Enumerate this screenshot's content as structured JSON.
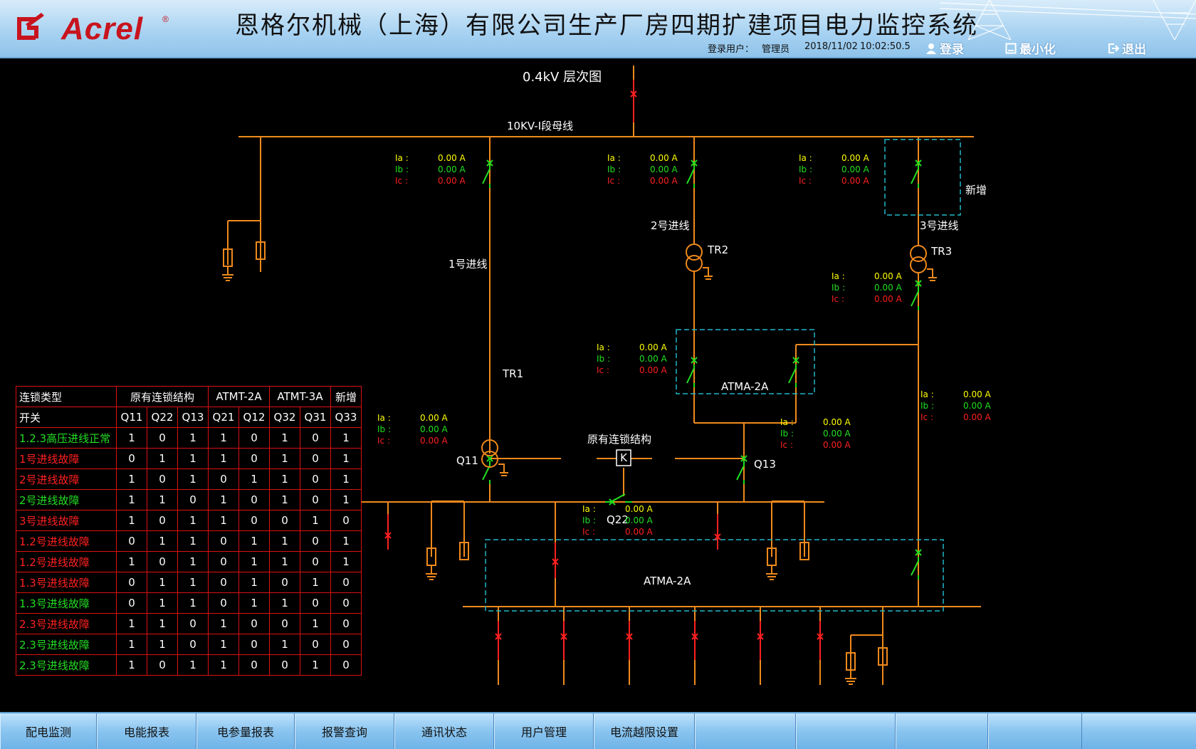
{
  "header": {
    "logo_text": "Acrel",
    "logo_reg": "®",
    "title": "恩格尔机械（上海）有限公司生产厂房四期扩建项目电力监控系统",
    "user_label": "登录用户：",
    "user_name": "管理员",
    "date": "2018/11/02",
    "time": "10:02:50.5",
    "login_label": "登录",
    "minimize_label": "最小化",
    "exit_label": "退出"
  },
  "diagram": {
    "title": "0.4kV 层次图",
    "busbar_label": "10KV-I段母线",
    "feeder1_label": "1号进线",
    "feeder2_label": "2号进线",
    "feeder3_label": "3号进线",
    "new_label": "新增",
    "tr1": "TR1",
    "tr2": "TR2",
    "tr3": "TR3",
    "atma_top": "ATMA-2A",
    "atma_bottom": "ATMA-2A",
    "lock_label": "原有连锁结构",
    "k_label": "K",
    "q11": "Q11",
    "q13": "Q13",
    "q22": "Q22",
    "ia": "Ia :",
    "ib": "Ib :",
    "ic": "Ic :",
    "current_value": "0.00",
    "current_unit": "A"
  },
  "lock_table": {
    "header1": [
      "连锁类型",
      "原有连锁结构",
      "ATMT-2A",
      "ATMT-3A",
      "新增"
    ],
    "header2": [
      "开关",
      "Q11",
      "Q22",
      "Q13",
      "Q21",
      "Q12",
      "Q32",
      "Q31",
      "Q33"
    ],
    "rows": [
      {
        "label": "1.2.3高压进线正常",
        "color": "#22dd22",
        "values": [
          "1",
          "0",
          "1",
          "1",
          "0",
          "1",
          "0",
          "1"
        ]
      },
      {
        "label": "1号进线故障",
        "color": "#ff2020",
        "values": [
          "0",
          "1",
          "1",
          "1",
          "0",
          "1",
          "0",
          "1"
        ]
      },
      {
        "label": "2号进线故障",
        "color": "#ff2020",
        "values": [
          "1",
          "0",
          "1",
          "0",
          "1",
          "1",
          "0",
          "1"
        ]
      },
      {
        "label": "2号进线故障",
        "color": "#22dd22",
        "values": [
          "1",
          "1",
          "0",
          "1",
          "0",
          "1",
          "0",
          "1"
        ]
      },
      {
        "label": "3号进线故障",
        "color": "#ff2020",
        "values": [
          "1",
          "0",
          "1",
          "1",
          "0",
          "0",
          "1",
          "0"
        ]
      },
      {
        "label": "1.2号进线故障",
        "color": "#ff2020",
        "values": [
          "0",
          "1",
          "1",
          "0",
          "1",
          "1",
          "0",
          "1"
        ]
      },
      {
        "label": "1.2号进线故障",
        "color": "#ff2020",
        "values": [
          "1",
          "0",
          "1",
          "0",
          "1",
          "1",
          "0",
          "1"
        ]
      },
      {
        "label": "1.3号进线故障",
        "color": "#ff2020",
        "values": [
          "0",
          "1",
          "1",
          "0",
          "1",
          "0",
          "1",
          "0"
        ]
      },
      {
        "label": "1.3号进线故障",
        "color": "#22dd22",
        "values": [
          "0",
          "1",
          "1",
          "0",
          "1",
          "1",
          "0",
          "0"
        ]
      },
      {
        "label": "2.3号进线故障",
        "color": "#ff2020",
        "values": [
          "1",
          "1",
          "0",
          "1",
          "0",
          "0",
          "1",
          "0"
        ]
      },
      {
        "label": "2.3号进线故障",
        "color": "#22dd22",
        "values": [
          "1",
          "1",
          "0",
          "1",
          "0",
          "1",
          "0",
          "0"
        ]
      },
      {
        "label": "2.3号进线故障",
        "color": "#22dd22",
        "values": [
          "1",
          "0",
          "1",
          "1",
          "0",
          "0",
          "1",
          "0"
        ]
      }
    ]
  },
  "nav": [
    "配电监测",
    "电能报表",
    "电参量报表",
    "报警查询",
    "通讯状态",
    "用户管理",
    "电流越限设置",
    "",
    "",
    "",
    ""
  ],
  "colors": {
    "line": "#f08a1c",
    "switch_on": "#20e020",
    "switch_off": "#ff2020",
    "ia": "#ffff00",
    "ib": "#20e020",
    "ic": "#ff2020",
    "box": "#20b8c8"
  }
}
